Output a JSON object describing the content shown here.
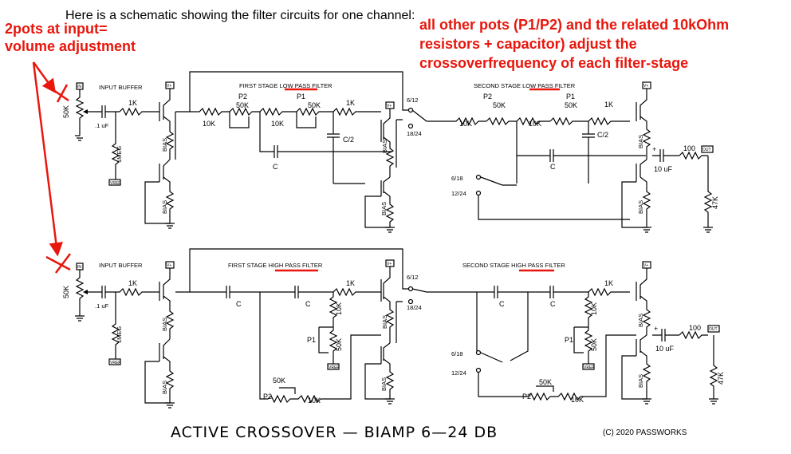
{
  "header": {
    "text": "Here is a schematic showing the filter circuits for one channel:"
  },
  "annotations": {
    "left_line1": "2pots at input=",
    "left_line2": "volume adjustment",
    "right_line1": "all other pots (P1/P2) and the related 10kOhm",
    "right_line2": "resistors + capacitor) adjust the",
    "right_line3": "crossoverfrequency of each filter-stage"
  },
  "footer": {
    "title": "ACTIVE CROSSOVER — BIAMP 6—24 DB",
    "copyright": "(C) 2020 PASSWORKS"
  },
  "top_channel": {
    "input_label": "IN",
    "vplus": "V+",
    "input_pot": "50K",
    "cap": ".1 uF",
    "res_1k": "1K",
    "res_1meg": "1MEG",
    "vref": "VREF",
    "bias": "BIAS",
    "input_buffer": "INPUT BUFFER",
    "stage1_prefix": "FIRST STAGE ",
    "stage1_type": "LOW PASS",
    "stage1_suffix": " FILTER",
    "stage2_prefix": "SECOND STAGE ",
    "stage2_type": "LOW PASS",
    "stage2_suffix": " FILTER",
    "r10k": "10K",
    "p1": "P1",
    "p2": "P2",
    "pot50k": "50K",
    "c": "C",
    "c2": "C/2",
    "sw_612": "6/12",
    "sw_1824": "18/24",
    "sw_618": "6/18",
    "sw_1224": "12/24",
    "out_cap": "10 uF",
    "out_res": "100",
    "out_label": "OUT",
    "out_shunt": "47K"
  },
  "bottom_channel": {
    "input_label": "IN",
    "vplus": "V+",
    "input_pot": "50K",
    "cap": ".1 uF",
    "res_1k": "1K",
    "res_1meg": "1MEG",
    "vref": "VREF",
    "bias": "BIAS",
    "input_buffer": "INPUT BUFFER",
    "stage1_prefix": "FIRST STAGE ",
    "stage1_type": "HIGH PASS",
    "stage1_suffix": " FILTER",
    "stage2_prefix": "SECOND STAGE ",
    "stage2_type": "HIGH PASS",
    "stage2_suffix": " FILTER",
    "r10k": "10K",
    "p1": "P1",
    "p2": "P2",
    "pot50k": "50K",
    "c": "C",
    "sw_612": "6/12",
    "sw_1824": "18/24",
    "sw_618": "6/18",
    "sw_1224": "12/24",
    "out_cap": "10 uF",
    "out_res": "100",
    "out_label": "OUT",
    "out_shunt": "47K"
  }
}
